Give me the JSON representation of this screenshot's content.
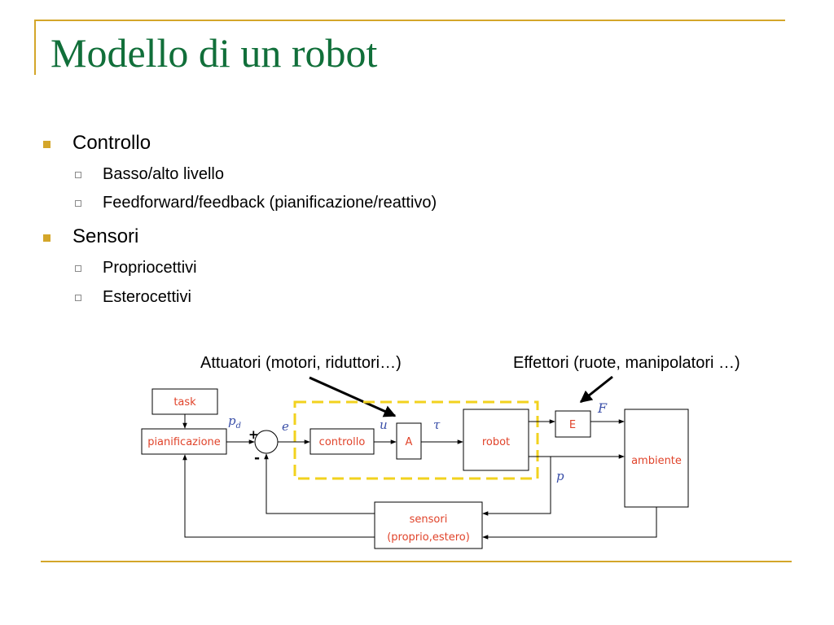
{
  "slide": {
    "title": "Modello di un robot",
    "bullets": [
      {
        "text": "Controllo",
        "children": [
          "Basso/alto livello",
          "Feedforward/feedback (pianificazione/reattivo)"
        ]
      },
      {
        "text": "Sensori",
        "children": [
          "Propriocettivi",
          "Esterocettivi"
        ]
      }
    ]
  },
  "diagram": {
    "callouts": {
      "actuators": "Attuatori (motori, riduttori…)",
      "effectors": "Effettori (ruote, manipolatori …)"
    },
    "blocks": {
      "task": "task",
      "planning": "pianificazione",
      "control": "controllo",
      "actuator": "A",
      "robot": "robot",
      "effector": "E",
      "environment": "ambiente",
      "sensors_line1": "sensori",
      "sensors_line2": "(proprio,estero)"
    },
    "signals": {
      "pd": "p",
      "pd_sub": "d",
      "e": "e",
      "u": "u",
      "tau": "τ",
      "F": "F",
      "p": "p",
      "plus": "+",
      "minus": "-"
    }
  },
  "colors": {
    "title": "#116f3a",
    "accent": "#d4a62a",
    "block_text": "#e0432a",
    "signal_text": "#3a4fa8",
    "dashed_box": "#f2d21e"
  }
}
